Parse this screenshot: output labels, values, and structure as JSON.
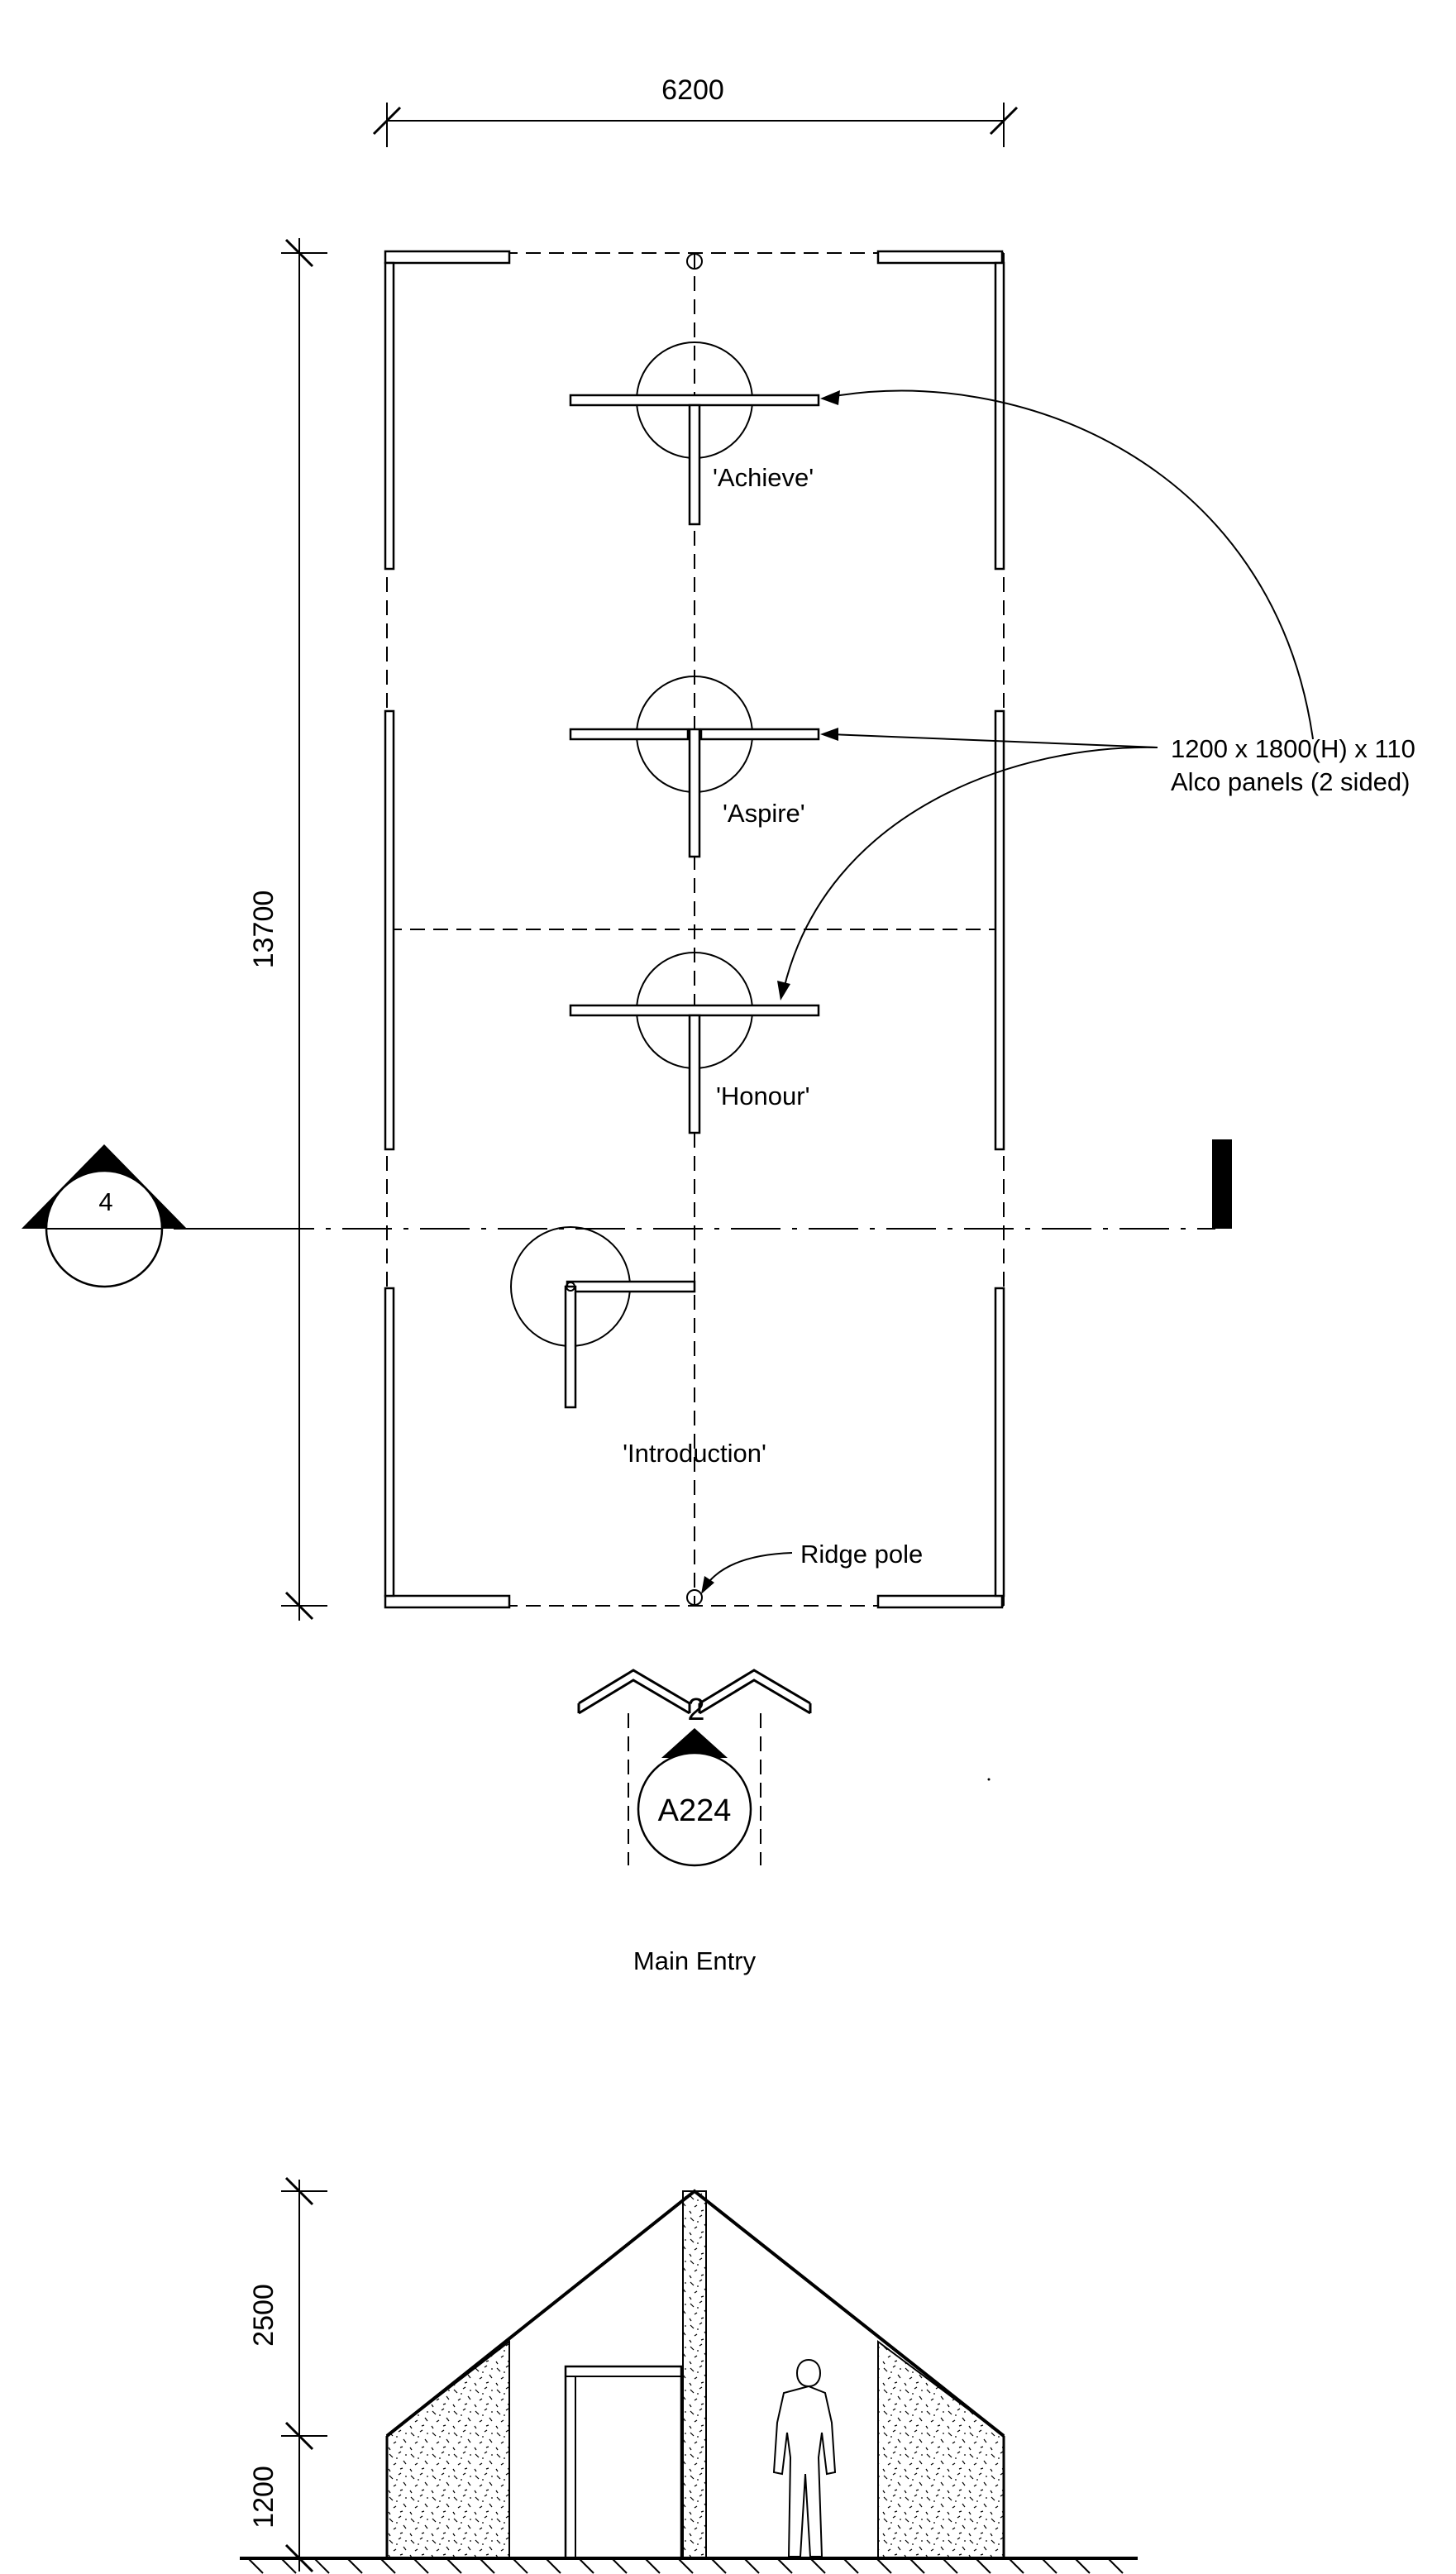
{
  "plan": {
    "width_dim": "6200",
    "length_dim": "13700",
    "stations": [
      {
        "label": "'Achieve'"
      },
      {
        "label": "'Aspire'"
      },
      {
        "label": "'Honour'"
      },
      {
        "label": "'Introduction'"
      }
    ],
    "panel_note_line1": "1200 x 1800(H) x 110",
    "panel_note_line2": "Alco panels (2 sided)",
    "ridge_pole": "Ridge pole",
    "section_marker": "4",
    "elevation_number": "2",
    "elevation_sheet": "A224",
    "entry_label": "Main Entry"
  },
  "elevation": {
    "upper_dim": "2500",
    "lower_dim": "1200"
  }
}
